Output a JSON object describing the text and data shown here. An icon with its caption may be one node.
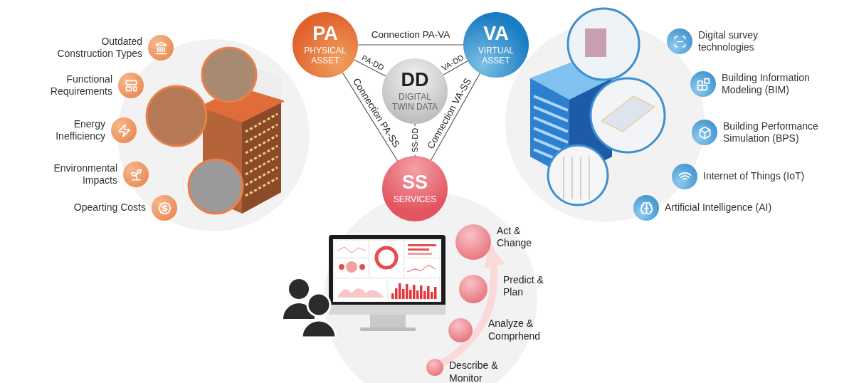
{
  "diagram": {
    "nodes": [
      {
        "text": [
          "PA",
          "PHYSICAL ASSET"
        ]
      },
      {
        "text": [
          "VA",
          "VIRTUAL ASSET"
        ]
      },
      {
        "text": [
          "DD",
          "DIGITAL TWIN DATA"
        ]
      },
      {
        "text": [
          "SS",
          "SERVICES"
        ]
      },
      {
        "text": [
          "Act & Change"
        ]
      },
      {
        "text": [
          "Predict & Plan"
        ]
      },
      {
        "text": [
          "Analyze & Comprhend"
        ]
      },
      {
        "text": [
          "Describe & Monitor"
        ]
      }
    ],
    "edges": [
      {
        "from": 0,
        "to": 1,
        "arrow": "none",
        "label": "Connection PA-VA"
      },
      {
        "from": 0,
        "to": 2,
        "arrow": "none",
        "label": "PA-DD"
      },
      {
        "from": 1,
        "to": 2,
        "arrow": "none",
        "label": "VA-DD"
      },
      {
        "from": 0,
        "to": 3,
        "arrow": "none",
        "label": "Connection PA-SS"
      },
      {
        "from": 3,
        "to": 2,
        "arrow": "none",
        "label": "SS-DD"
      },
      {
        "from": 1,
        "to": 3,
        "arrow": "none",
        "label": "Connection VA-SS"
      },
      {
        "from": 7,
        "to": 4,
        "arrow": "to",
        "style": "thick",
        "color": "#fbd8da"
      }
    ],
    "labels": [
      "Outdated Construction Types",
      "Functional Requirements",
      "Energy Inefficiency",
      "Environmental Impacts",
      "Opearting Costs",
      "Digital survey technologies",
      "Building Information Modeling (BIM)",
      "Building Performance Simulation (BPS)",
      "Internet of Things (IoT)",
      "Artificial Intelligence (AI)"
    ]
  }
}
